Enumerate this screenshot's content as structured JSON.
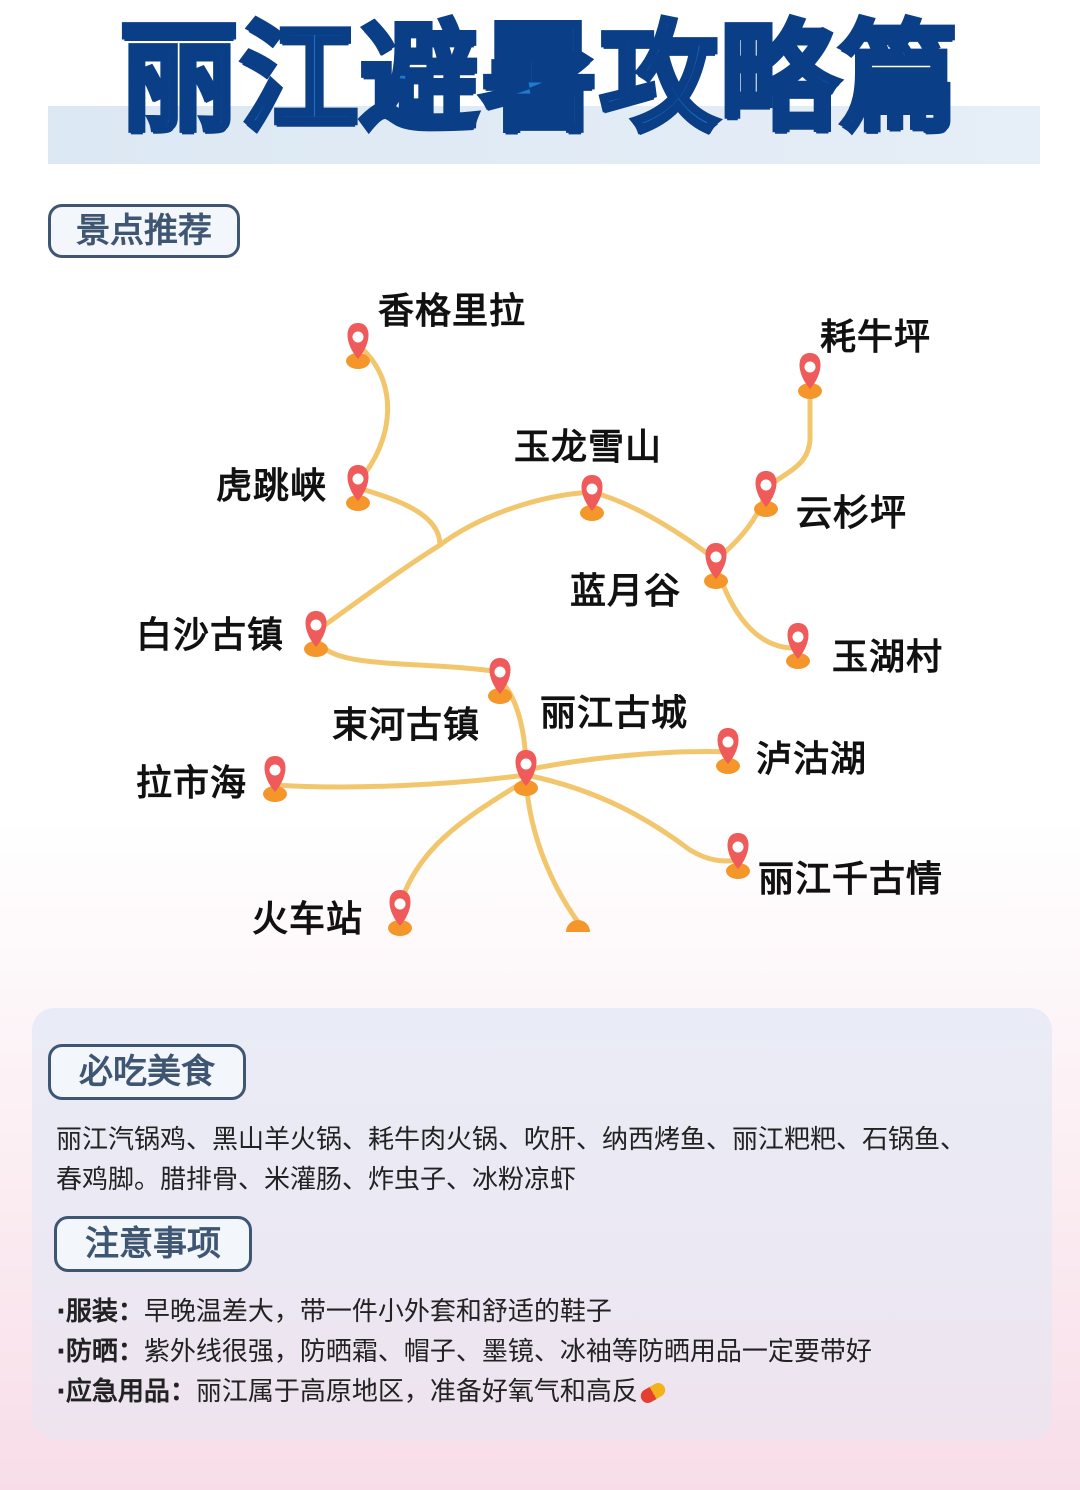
{
  "title": "丽江避暑攻略篇",
  "sections": {
    "spots_label": "景点推荐",
    "food_label": "必吃美食",
    "notes_label": "注意事项"
  },
  "places": {
    "shangri_la": "香格里拉",
    "maoniu_ping": "耗牛坪",
    "tiger_leaping": "虎跳峡",
    "jade_dragon": "玉龙雪山",
    "yunshan_ping": "云杉坪",
    "blue_moon": "蓝月谷",
    "baisha": "白沙古镇",
    "yuhu": "玉湖村",
    "shuhe": "束河古镇",
    "old_town": "丽江古城",
    "lugu_lake": "泸沽湖",
    "lashi_lake": "拉市海",
    "qiangu_qing": "丽江千古情",
    "station": "火车站"
  },
  "food": {
    "text": "丽江汽锅鸡、黑山羊火锅、耗牛肉火锅、吹肝、纳西烤鱼、丽江粑粑、石锅鱼、春鸡脚。腊排骨、米灌肠、炸虫子、冰粉凉虾"
  },
  "notes": [
    {
      "label": "·服装：",
      "text": "早晚温差大，带一件小外套和舒适的鞋子"
    },
    {
      "label": "·防晒：",
      "text": "紫外线很强，防晒霜、帽子、墨镜、冰袖等防晒用品一定要带好"
    },
    {
      "label": "·应急用品：",
      "text": "丽江属于高原地区，准备好氧气和高反"
    }
  ],
  "icons": {
    "pin": "map-pin-icon",
    "pill": "pill-icon"
  },
  "colors": {
    "title": "#1f7bd0",
    "title_outline": "#0a3f87",
    "route": "#f2c66d",
    "pin_red": "#ef5a5a",
    "pin_orange": "#f5962a",
    "label_border": "#3f5673"
  }
}
